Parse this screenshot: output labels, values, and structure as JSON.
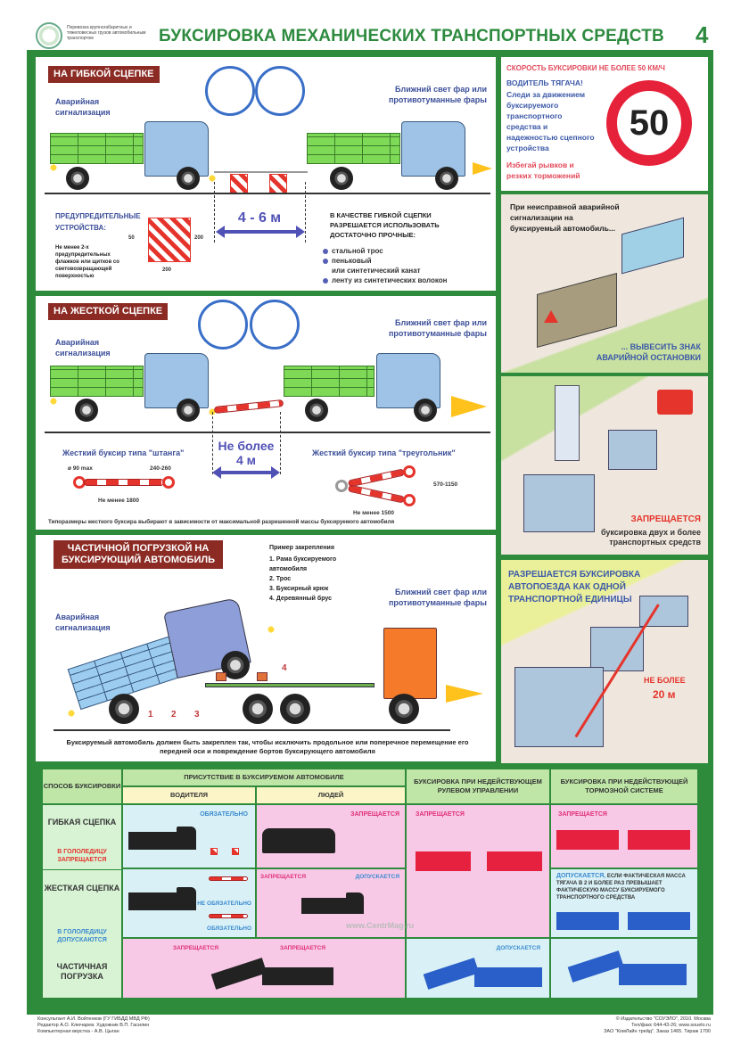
{
  "header": {
    "org_text": "Перевозка крупногабаритных и тяжеловесных грузов автомобильным транспортом",
    "title": "БУКСИРОВКА МЕХАНИЧЕСКИХ ТРАНСПОРТНЫХ СРЕДСТВ",
    "page_number": "4",
    "logo_icon": "emblem-icon"
  },
  "flexible": {
    "tag": "НА ГИБКОЙ СЦЕПКЕ",
    "hazard_label": "Аварийная сигнализация",
    "lights_label": "Ближний свет фар или противотуманные фары",
    "warning_title": "ПРЕДУПРЕДИТЕЛЬНЫЕ УСТРОЙСТВА:",
    "warning_text": "Не менее 2-х предупредительных флажков или щитков со световозвращающей поверхностью",
    "flag_dims": {
      "height": "200",
      "width": "200",
      "stripe": "50"
    },
    "distance": "4 - 6 м",
    "allowed_title": "В КАЧЕСТВЕ ГИБКОЙ СЦЕПКИ РАЗРЕШАЕТСЯ ИСПОЛЬЗОВАТЬ ДОСТАТОЧНО ПРОЧНЫЕ:",
    "allowed_items": [
      "стальной трос",
      "пеньковый",
      "или синтетический канат",
      "ленту из синтетических волокон"
    ]
  },
  "speed": {
    "heading": "СКОРОСТЬ БУКСИРОВКИ НЕ БОЛЕЕ 50 КМ/Ч",
    "driver_title": "ВОДИТЕЛЬ ТЯГАЧА!",
    "driver_text": "Следи за движением буксируемого транспортного средства и надежностью сцепного устройства",
    "warning_text": "Избегай рывков и резких торможений",
    "sign_value": "50"
  },
  "rigid": {
    "tag": "НА ЖЕСТКОЙ СЦЕПКЕ",
    "hazard_label": "Аварийная сигнализация",
    "lights_label": "Ближний свет фар или противотуманные фары",
    "distance_line1": "Не более",
    "distance_line2": "4 м",
    "bar_type": "Жесткий буксир типа \"штанга\"",
    "bar_dia": "ø 90 max",
    "bar_seg": "240-260",
    "bar_len": "Не менее 1800",
    "tri_type": "Жесткий буксир типа \"треугольник\"",
    "tri_h": "570-1150",
    "tri_len": "Не менее 1500",
    "note": "Типоразмеры жесткого буксира выбирают в зависимости от максимальной разрешенной массы буксируемого автомобиля"
  },
  "side": {
    "hazard_fail_text": "При неисправной аварийной сигнализации на буксируемый автомобиль...",
    "hazard_fail_action": "... ВЫВЕСИТЬ ЗНАК АВАРИЙНОЙ ОСТАНОВКИ",
    "prohibit_title": "ЗАПРЕЩАЕТСЯ",
    "prohibit_text": "буксировка двух и более транспортных средств",
    "roadtrain_text": "РАЗРЕШАЕТСЯ БУКСИРОВКА АВТОПОЕЗДА КАК ОДНОЙ ТРАНСПОРТНОЙ ЕДИНИЦЫ",
    "roadtrain_limit1": "НЕ БОЛЕЕ",
    "roadtrain_limit2": "20 м"
  },
  "partial": {
    "tag": "ЧАСТИЧНОЙ ПОГРУЗКОЙ НА БУКСИРУЮЩИЙ АВТОМОБИЛЬ",
    "example_title": "Пример закрепления",
    "example_items": [
      "1. Рама буксируемого автомобиля",
      "2. Трос",
      "3. Буксирный крюк",
      "4. Деревянный брус"
    ],
    "hazard_label": "Аварийная сигнализация",
    "lights_label": "Ближний свет фар или противотуманные фары",
    "markers": [
      "1",
      "2",
      "3",
      "4"
    ],
    "note": "Буксируемый автомобиль должен быть закреплен так, чтобы исключить продольное или поперечное перемещение его передней оси и повреждение бортов буксирующего автомобиля"
  },
  "table": {
    "col_method": "СПОСОБ БУКСИРОВКИ",
    "col_presence": "ПРИСУТСТВИЕ В БУКСИРУЕМОМ АВТОМОБИЛЕ",
    "col_driver": "ВОДИТЕЛЯ",
    "col_people": "ЛЮДЕЙ",
    "col_steering": "БУКСИРОВКА ПРИ НЕДЕЙСТВУЮЩЕМ РУЛЕВОМ УПРАВЛЕНИИ",
    "col_brakes": "БУКСИРОВКА ПРИ НЕДЕЙСТВУЮЩЕЙ ТОРМОЗНОЙ СИСТЕМЕ",
    "rows": {
      "flexible": {
        "label": "ГИБКАЯ СЦЕПКА",
        "note": "В ГОЛОЛЕДИЦУ ЗАПРЕЩАЕТСЯ",
        "driver": "ОБЯЗАТЕЛЬНО",
        "people": "ЗАПРЕЩАЕТСЯ",
        "brakes": "ЗАПРЕЩАЕТСЯ"
      },
      "rigid": {
        "label": "ЖЕСТКАЯ СЦЕПКА",
        "note": "В ГОЛОЛЕДИЦУ ДОПУСКАЮТСЯ",
        "driver_tri": "НЕ ОБЯЗАТЕЛЬНО",
        "driver_bar": "ОБЯЗАТЕЛЬНО",
        "people_a": "ЗАПРЕЩАЕТСЯ",
        "people_b": "ДОПУСКАЕТСЯ",
        "brakes_lead": "ДОПУСКАЕТСЯ,",
        "brakes_text": "ЕСЛИ ФАКТИЧЕСКАЯ МАССА ТЯГАЧА В 2 И БОЛЕЕ РАЗ ПРЕВЫШАЕТ ФАКТИЧЕСКУЮ МАССУ БУКСИРУЕМОГО ТРАНСПОРТНОГО СРЕДСТВА"
      },
      "partial": {
        "label": "ЧАСТИЧНАЯ ПОГРУЗКА",
        "people_a": "ЗАПРЕЩАЕТСЯ",
        "people_b": "ЗАПРЕЩАЕТСЯ",
        "steering": "ДОПУСКАЕТСЯ"
      },
      "steering_flexible_rigid": "ЗАПРЕЩАЕТСЯ"
    },
    "watermark": "www.CentrMag.ru"
  },
  "footer": {
    "left": [
      "Консультант А.И. Войтенков (ГУ ГИБДД МВД РФ)",
      "Редактор А.О. Ключарев. Художник В.П. Гасилин",
      "Компьютерная верстка - А.В. Цыган"
    ],
    "right": [
      "© Издательство \"СОУЭЛО\", 2010. Москва",
      "Тел/факс 644-43-26; www.souelo.ru",
      "ЗАО \"КомЛайн трейд\". Заказ 1465. Тираж 1700"
    ]
  },
  "colors": {
    "green": "#2e8b3c",
    "tag_brown": "#8b2b24",
    "blue_text": "#3c4f99",
    "red": "#e6213a",
    "pink": "#f7c9e6",
    "light_blue": "#d9f1f6"
  }
}
